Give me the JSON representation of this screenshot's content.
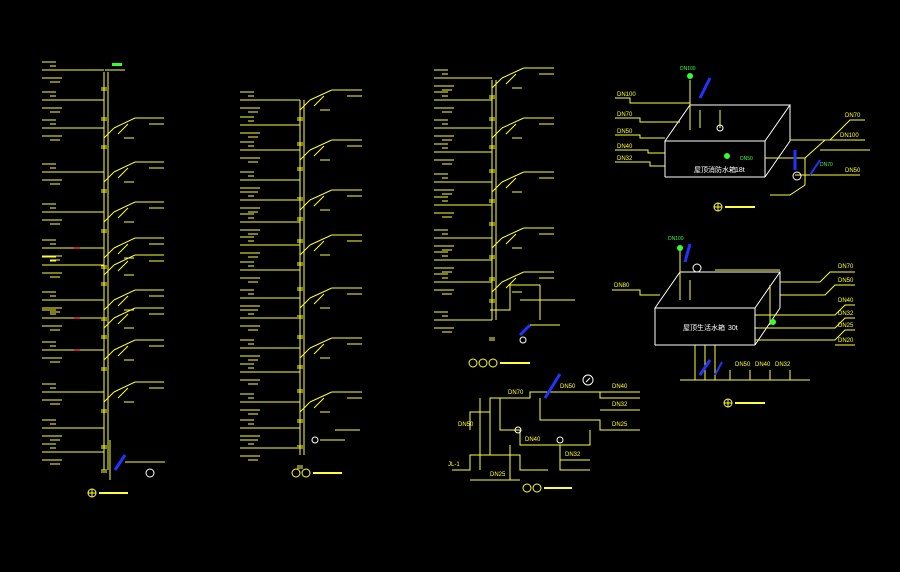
{
  "colors": {
    "background": "#000000",
    "pipe": "#ffff33",
    "tank": "#ffffff",
    "pump": "#2233ff",
    "annotation": "#33ff33",
    "marker": "#ff3333"
  },
  "tanks": [
    {
      "label": "屋顶消防水箱",
      "capacity": "18t"
    },
    {
      "label": "屋顶生活水箱",
      "capacity": "30t"
    }
  ]
}
